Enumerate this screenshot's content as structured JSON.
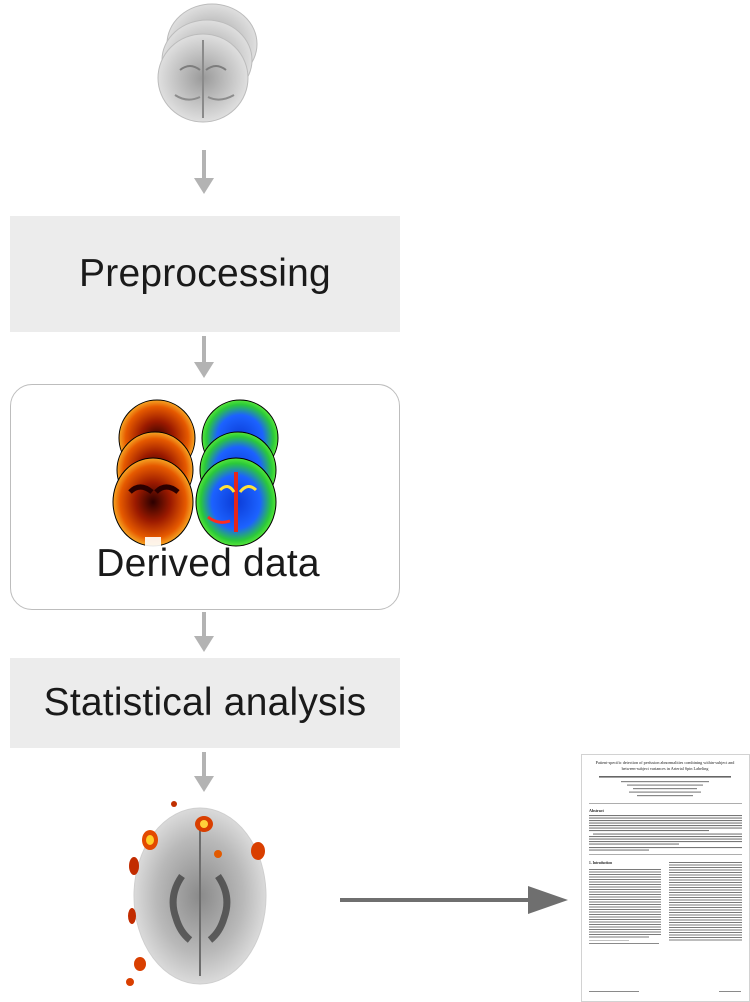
{
  "steps": {
    "preprocessing": "Preprocessing",
    "derived_data": "Derived data",
    "statistical_analysis": "Statistical analysis"
  },
  "paper": {
    "title": "Patient-specific detection of perfusion abnormalities combining within-subject and between-subject variances in Arterial Spin Labeling",
    "abstract_heading": "Abstract",
    "intro_heading": "1. Introduction"
  },
  "colors": {
    "box_fill": "#ececec",
    "arrow": "#b3b3b3",
    "long_arrow": "#6f6f6f",
    "rounded_border": "#bdbdbd"
  }
}
